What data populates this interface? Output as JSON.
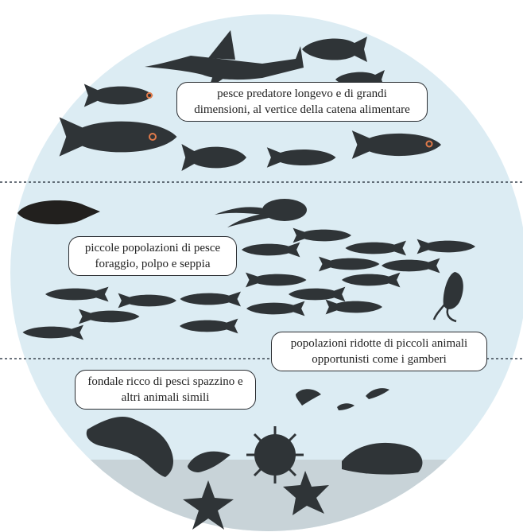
{
  "colors": {
    "water": "#dcecf3",
    "seabed": "#c8d3d8",
    "silhouette": "#2f3437",
    "dark_fish": "#22201e",
    "eye": "#e07a4a",
    "divider": "#3a4550"
  },
  "labels": {
    "top": [
      "pesce predatore longevo e di grandi",
      "dimensioni, al vertice della catena alimentare"
    ],
    "middle": [
      "piccole popolazioni di pesce",
      "foraggio, polpo e seppia"
    ],
    "right": [
      "popolazioni ridotte di piccoli  animali",
      "opportunisti come i gamberi"
    ],
    "bottom": [
      "fondale ricco di pesci spazzino e",
      "altri animali simili"
    ]
  }
}
